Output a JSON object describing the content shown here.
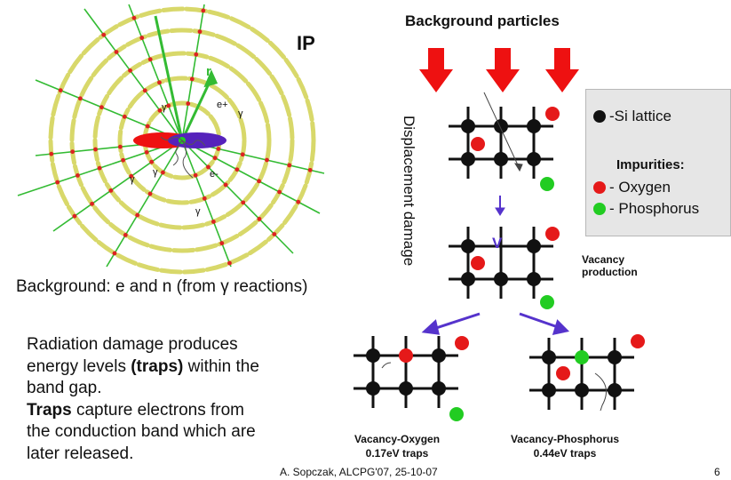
{
  "detector": {
    "ip_label": "IP",
    "r_label": "r",
    "labels": [
      "e+",
      "γ",
      "γ",
      "γ",
      "e-",
      "γ",
      "γ"
    ]
  },
  "background_caption": "Background: e and n (from γ reactions)",
  "particles_title": "Background particles",
  "side_label": "Displacement damage",
  "vacancy_symbol": "V",
  "vacancy_production": [
    "Vacancy",
    "production"
  ],
  "legend": {
    "si_lattice": "-Si lattice",
    "impurities_title": "Impurities:",
    "oxygen": "- Oxygen",
    "phosphorus": "- Phosphorus"
  },
  "vacancy_oxygen": [
    "Vacancy-Oxygen",
    "0.17eV traps"
  ],
  "vacancy_phosphorus": [
    "Vacancy-Phosphorus",
    "0.44eV traps"
  ],
  "paragraph": {
    "line1": "Radiation damage produces",
    "line2_a": "energy levels ",
    "line2_b": "(traps)",
    "line2_c": " within the",
    "line3": "band gap.",
    "line4_a": "Traps",
    "line4_b": " capture electrons from",
    "line5": "the conduction band which are",
    "line6": "later released."
  },
  "footer": {
    "credit": "A. Sopczak, ALCPG'07, 25-10-07",
    "page": "6"
  },
  "colors": {
    "oxygen": "#e51919",
    "phosphorus": "#22cc22",
    "arrow_red": "#ee1111",
    "arrow_blue": "#5533cc",
    "ring": "#e0e06a"
  }
}
